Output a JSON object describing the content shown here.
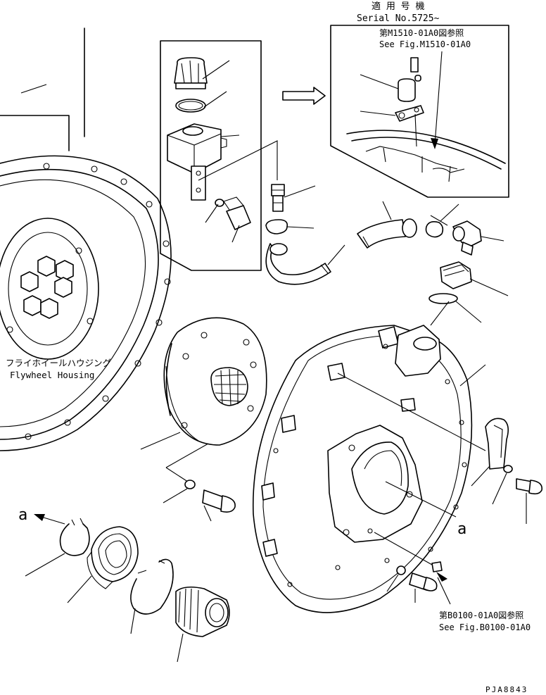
{
  "serial_box": {
    "applicable_model": "適 用 号 機",
    "serial": "Serial No.5725~",
    "ref_jp": "第M1510-01A0図参照",
    "ref_en": "See Fig.M1510-01A0"
  },
  "flywheel": {
    "label_jp": "フライホイールハウジング",
    "label_en": "Flywheel Housing"
  },
  "bottom_ref": {
    "ref_jp": "第B0100-01A0図参照",
    "ref_en": "See Fig.B0100-01A0"
  },
  "callouts": {
    "a_left": "a",
    "a_right": "a"
  },
  "drawing_id": "PJA8843"
}
